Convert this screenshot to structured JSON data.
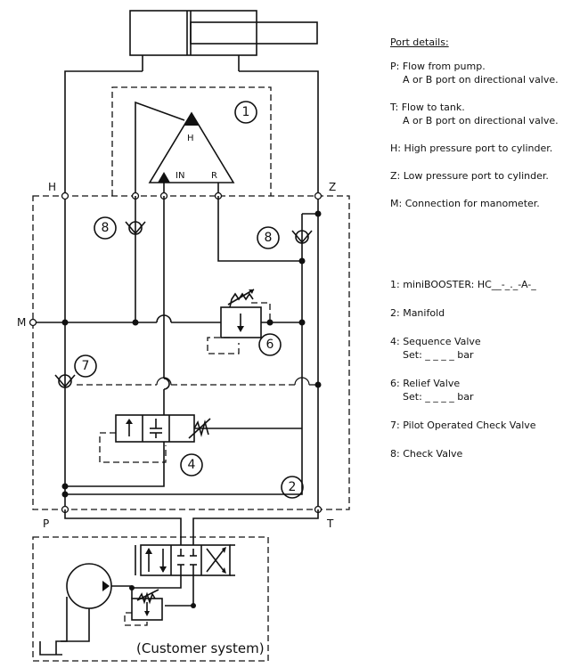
{
  "legend": {
    "heading": "Port details:",
    "ports": [
      {
        "line1": "P: Flow from pump.",
        "line2": "A or B port on directional valve."
      },
      {
        "line1": "T: Flow to tank.",
        "line2": "A or B port on directional valve."
      },
      {
        "line1": "H: High pressure port to cylinder.",
        "line2": ""
      },
      {
        "line1": "Z: Low pressure port to cylinder.",
        "line2": ""
      },
      {
        "line1": "M: Connection for manometer.",
        "line2": ""
      }
    ],
    "components": [
      {
        "line1": "1: miniBOOSTER: HC__-_._-A-_",
        "line2": ""
      },
      {
        "line1": "2: Manifold",
        "line2": ""
      },
      {
        "line1": "4: Sequence Valve",
        "line2": "Set: _ _ _ _ bar"
      },
      {
        "line1": "6: Relief Valve",
        "line2": "Set: _ _ _ _ bar"
      },
      {
        "line1": "7: Pilot Operated Check Valve",
        "line2": ""
      },
      {
        "line1": "8: Check Valve",
        "line2": ""
      }
    ]
  },
  "diagram": {
    "port_labels": {
      "h": "H",
      "z": "Z",
      "m": "M",
      "p": "P",
      "t": "T",
      "in": "IN",
      "r": "R",
      "booster_h": "H"
    },
    "callouts": {
      "c1": "1",
      "c2": "2",
      "c4": "4",
      "c6": "6",
      "c7": "7",
      "c8a": "8",
      "c8b": "8"
    },
    "customer_system": "(Customer system)"
  }
}
